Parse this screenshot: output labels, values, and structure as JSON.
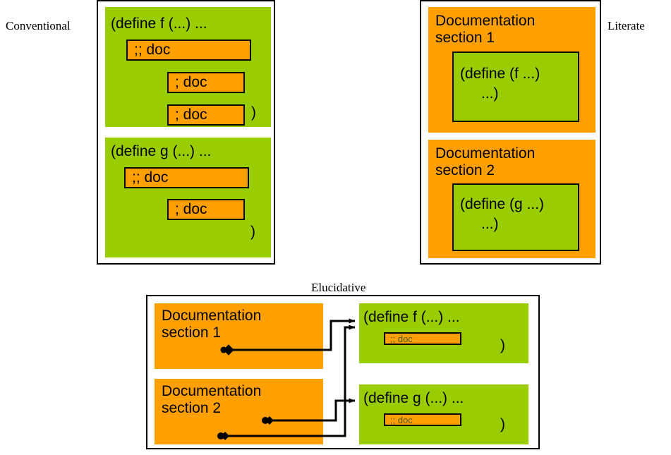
{
  "diagram": {
    "title": "Documentation paradigms: Conventional, Literate, Elucidative",
    "colors": {
      "code_green": "#9ACD00",
      "doc_orange": "#FFA000",
      "frame_border": "#000000",
      "background": "#FFFFFF",
      "link_line": "#000000",
      "tiny_doc_text": "#4D5A16"
    }
  },
  "conventional": {
    "label": "Conventional",
    "code_blocks": [
      {
        "header": "(define f (...) ...",
        "closer": ")",
        "doc_chips": [
          {
            "text": ";; doc"
          },
          {
            "text": "; doc"
          },
          {
            "text": "; doc"
          }
        ]
      },
      {
        "header": "(define g (...) ...",
        "closer": ")",
        "doc_chips": [
          {
            "text": ";; doc"
          },
          {
            "text": "; doc"
          }
        ]
      }
    ]
  },
  "literate": {
    "label": "Literate",
    "doc_sections": [
      {
        "title": "Documentation\nsection 1",
        "code_line_1": "(define (f ...)",
        "code_line_2": "...)"
      },
      {
        "title": "Documentation\nsection 2",
        "code_line_1": "(define (g ...)",
        "code_line_2": "...)"
      }
    ]
  },
  "elucidative": {
    "label": "Elucidative",
    "doc_sections": [
      {
        "title": "Documentation\nsection 1"
      },
      {
        "title": "Documentation\nsection 2"
      }
    ],
    "code_blocks": [
      {
        "header": "(define f (...) ...",
        "closer": ")",
        "doc_chip": ";; doc"
      },
      {
        "header": "(define g (...) ...",
        "closer": ")",
        "doc_chip": ";; doc"
      }
    ],
    "links": [
      {
        "from": "documentation-section-1",
        "to": "code-block-f"
      },
      {
        "from": "documentation-section-2",
        "to": "code-block-g"
      },
      {
        "from": "documentation-section-2",
        "to": "code-block-f"
      }
    ]
  }
}
